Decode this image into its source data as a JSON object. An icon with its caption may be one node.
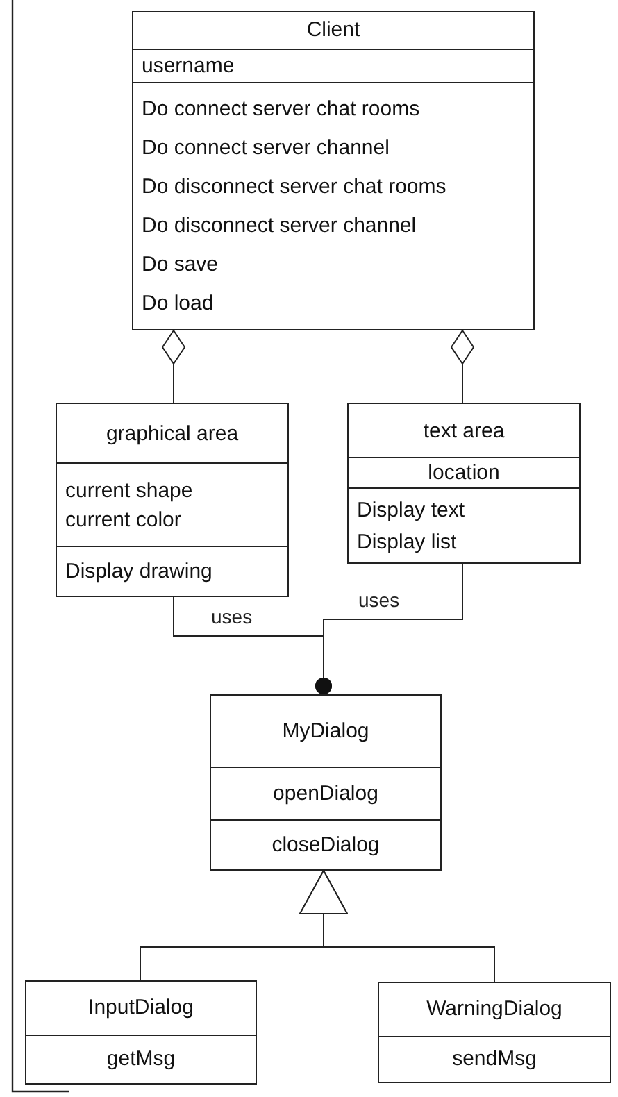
{
  "diagram": {
    "nodes": [
      {
        "text": [
          "Client",
          "username",
          "Do connect server chat rooms",
          "Do connect server channel",
          "Do disconnect server chat rooms",
          "Do disconnect server channel",
          "Do save",
          "Do load"
        ]
      },
      {
        "text": [
          "graphical area",
          "current shape",
          "current color",
          "Display drawing"
        ]
      },
      {
        "text": [
          "text area",
          "location",
          "Display text",
          "Display list"
        ]
      },
      {
        "text": [
          "MyDialog",
          "openDialog",
          "closeDialog"
        ]
      },
      {
        "text": [
          "InputDialog",
          "getMsg"
        ]
      },
      {
        "text": [
          "WarningDialog",
          "sendMsg"
        ]
      }
    ],
    "edges": [
      {
        "from": 0,
        "to": 1,
        "arrow": "other"
      },
      {
        "from": 0,
        "to": 2,
        "arrow": "other"
      },
      {
        "from": 1,
        "to": 3,
        "arrow": "other",
        "label": "uses"
      },
      {
        "from": 2,
        "to": 3,
        "arrow": "other",
        "label": "uses"
      },
      {
        "from": 4,
        "to": 3,
        "arrow": "to"
      },
      {
        "from": 5,
        "to": 3,
        "arrow": "to"
      }
    ]
  }
}
